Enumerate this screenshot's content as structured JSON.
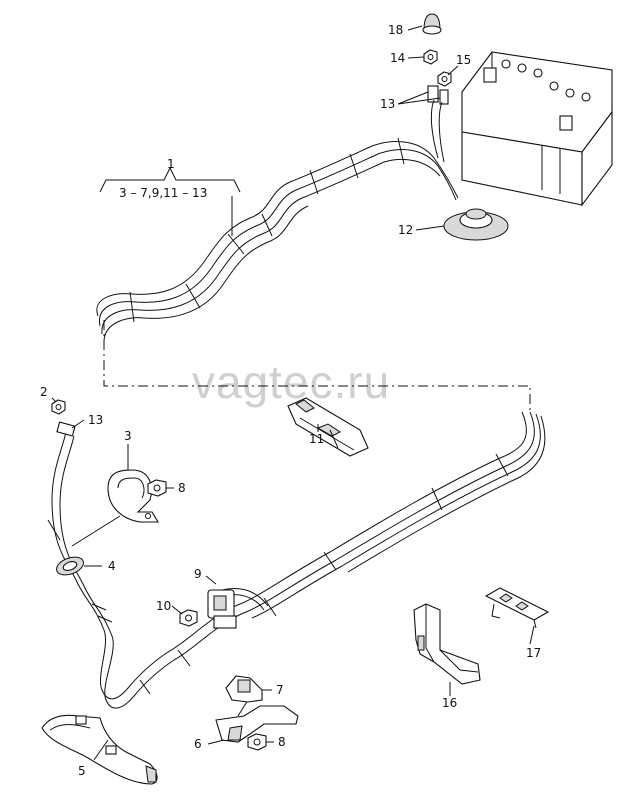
{
  "watermark": "vagtec.ru",
  "group_label": {
    "number": "1",
    "range": "3 – 7,9,11 – 13"
  },
  "callouts": {
    "c2": "2",
    "c3": "3",
    "c4": "4",
    "c5": "5",
    "c6": "6",
    "c7": "7",
    "c8a": "8",
    "c8b": "8",
    "c9": "9",
    "c10": "10",
    "c11": "11",
    "c12": "12",
    "c13a": "13",
    "c13b": "13",
    "c14": "14",
    "c15": "15",
    "c16": "16",
    "c17": "17",
    "c18": "18"
  }
}
